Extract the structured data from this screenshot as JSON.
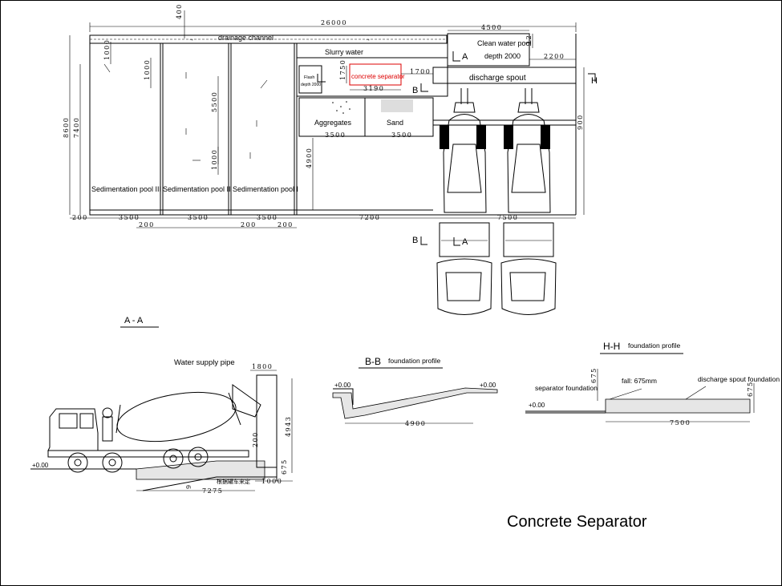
{
  "title": "Concrete Separator",
  "plan": {
    "labels": {
      "drainage_channel": "drainage channel",
      "clean_water_pool": "Clean water pool",
      "clean_water_depth": "depth 2000",
      "slurry_water": "Slurry water",
      "flash": "Flash",
      "flash_depth": "depth 2000",
      "concrete_separator": "concrete separator",
      "discharge_spout": "discharge spout",
      "aggregates": "Aggregates",
      "sand": "Sand",
      "pool3": "Sedimentation pool III",
      "pool2": "Sedimentation pool II",
      "pool1": "Sedimentation pool I"
    },
    "section_marks": {
      "a": "A",
      "b": "B",
      "h": "H"
    },
    "dims": {
      "top_total": "26000",
      "clean_pool_width": "4500",
      "d_400": "400",
      "d_2200": "2200",
      "d_1700": "1700",
      "d_3190": "3190",
      "d_1750": "1750",
      "d_3500_agg": "3500",
      "d_3500_sand": "3500",
      "left_8600": "8600",
      "left_7400": "7400",
      "d_1000a": "1000",
      "d_1000b": "1000",
      "d_1000c": "1000",
      "d_5500": "5500",
      "d_4900": "4900",
      "d_900": "900",
      "d_12": "12",
      "bottom_200": "200",
      "b_3500_1": "3500",
      "b_3500_2": "3500",
      "b_3500_3": "3500",
      "b_200_1": "200",
      "b_200_2": "200",
      "b_200_3": "200",
      "b_7200": "7200",
      "b_7500": "7500"
    }
  },
  "section_aa": {
    "title": "A - A",
    "water_supply_pipe": "Water supply pipe",
    "d_1800": "1800",
    "d_4943": "4943",
    "d_200": "200",
    "d_675": "675",
    "d_1000": "1000",
    "d_7275": "7275",
    "d_9": "9",
    "note_cn": "根据罐车来定",
    "elev": "+0.00"
  },
  "section_bb": {
    "title": "B-B",
    "subtitle": "foundation profile",
    "elev_left": "+0.00",
    "elev_right": "+0.00",
    "d_4900": "4900"
  },
  "section_hh": {
    "title": "H-H",
    "subtitle": "foundation profile",
    "separator_foundation": "separator foundation",
    "fall": "fall: 675mm",
    "discharge_spout_foundation": "discharge spout foundation",
    "elev": "+0.00",
    "d_7500": "7500",
    "d_675a": "675",
    "d_675b": "675"
  }
}
